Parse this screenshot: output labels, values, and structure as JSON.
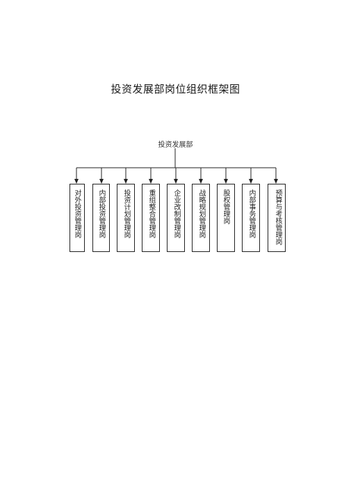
{
  "title": "投资发展部岗位组织框架图",
  "root": "投资发展部",
  "positions": [
    "对外投资管理岗",
    "内部投资管理岗",
    "投资计划管理岗",
    "重组整合管理岗",
    "企业改制管理岗",
    "战略规划管理岗",
    "股权管理岗",
    "内部事务管理岗",
    "预算与考核管理岗"
  ],
  "colors": {
    "line": "#222222",
    "text": "#222222"
  }
}
